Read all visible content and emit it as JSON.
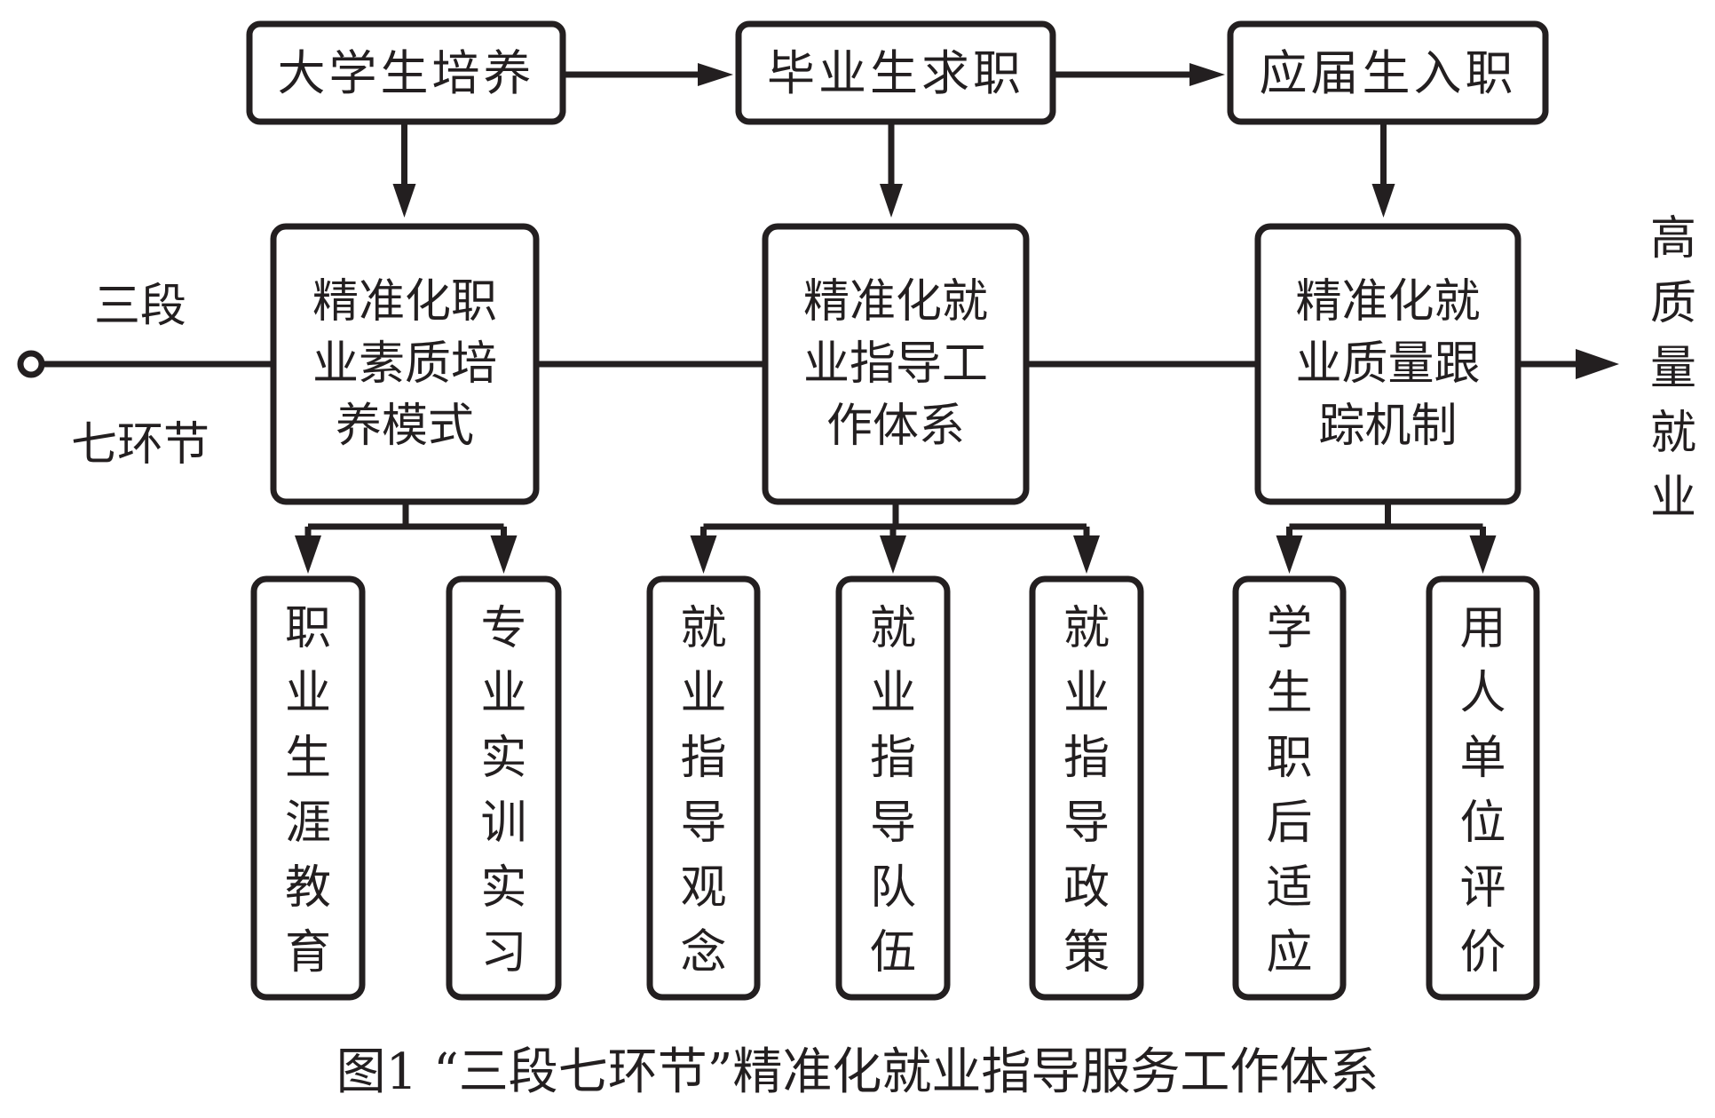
{
  "diagram": {
    "stages": [
      {
        "label": "大学生培养"
      },
      {
        "label": "毕业生求职"
      },
      {
        "label": "应届生入职"
      }
    ],
    "systems": [
      {
        "lines": [
          "精准化职",
          "业素质培",
          "养模式"
        ]
      },
      {
        "lines": [
          "精准化就",
          "业指导工",
          "作体系"
        ]
      },
      {
        "lines": [
          "精准化就",
          "业质量跟",
          "踪机制"
        ]
      }
    ],
    "links": [
      {
        "label": "职业生涯教育",
        "parent": 0
      },
      {
        "label": "专业实训实习",
        "parent": 0
      },
      {
        "label": "就业指导观念",
        "parent": 1
      },
      {
        "label": "就业指导队伍",
        "parent": 1
      },
      {
        "label": "就业指导政策",
        "parent": 1
      },
      {
        "label": "学生职后适应",
        "parent": 2
      },
      {
        "label": "用人单位评价",
        "parent": 2
      }
    ],
    "axis_label_top": "三段",
    "axis_label_bottom": "七环节",
    "outcome": "高质量就业"
  },
  "caption": "图1 “三段七环节”精准化就业指导服务工作体系"
}
